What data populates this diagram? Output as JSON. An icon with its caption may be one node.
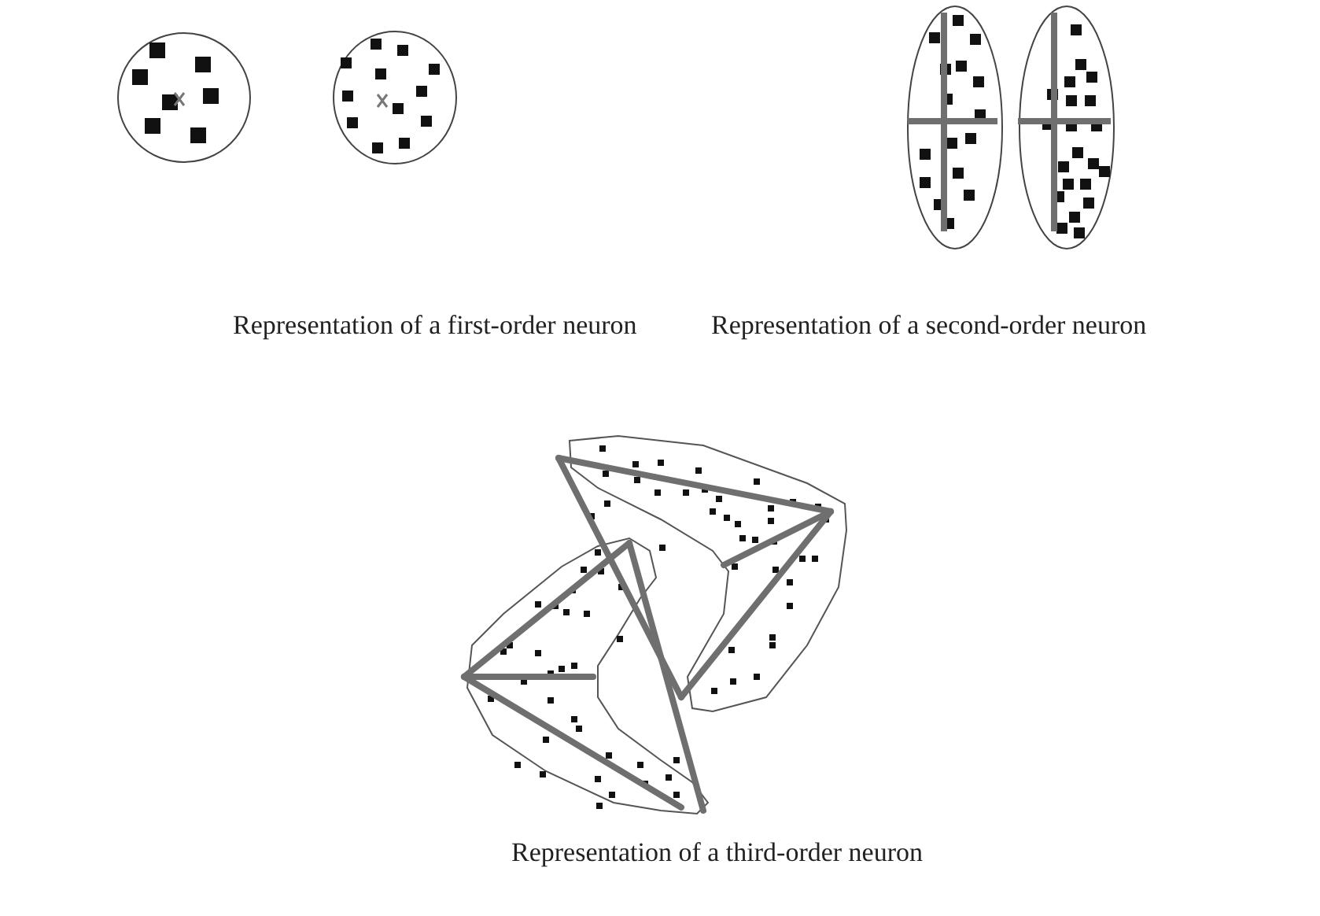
{
  "diagram": {
    "labels": [
      "Representation of a first-order neuron",
      "Representation of a second-order neuron",
      "Representation of a third-order neuron"
    ]
  }
}
